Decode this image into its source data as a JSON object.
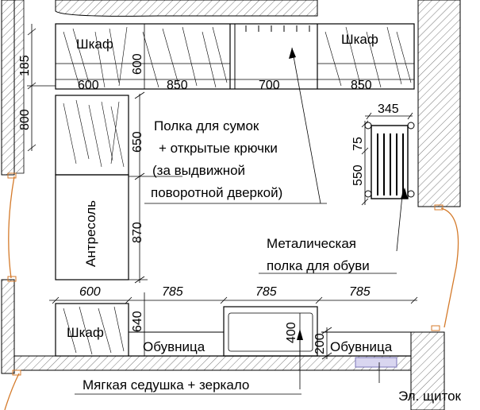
{
  "labels": {
    "cabinet_top_left": "Шкаф",
    "cabinet_top_right": "Шкаф",
    "cabinet_bottom_left": "Шкаф",
    "mezzanine": "Антресоль",
    "bag_shelf_line1": "Полка для сумок",
    "bag_shelf_line2": "+ открытые крючки",
    "bag_shelf_line3": "(за выдвижной",
    "bag_shelf_line4": "поворотной дверкой)",
    "shoe_shelf_line1": "Металическая",
    "shoe_shelf_line2": "полка для обуви",
    "shoe_rack_left": "Обувница",
    "shoe_rack_right": "Обувница",
    "seat_mirror": "Мягкая седушка + зеркало",
    "electric_panel": "Эл. щиток"
  },
  "dimensions": {
    "d185": "185",
    "d800": "800",
    "d600_vertical": "600",
    "top_600": "600",
    "top_850_a": "850",
    "top_700": "700",
    "top_850_b": "850",
    "d650": "650",
    "d870": "870",
    "d345": "345",
    "d75": "75",
    "d550": "550",
    "mid_600": "600",
    "mid_785_a": "785",
    "mid_785_b": "785",
    "mid_785_c": "785",
    "d640": "640",
    "d400": "400",
    "d200": "200"
  }
}
